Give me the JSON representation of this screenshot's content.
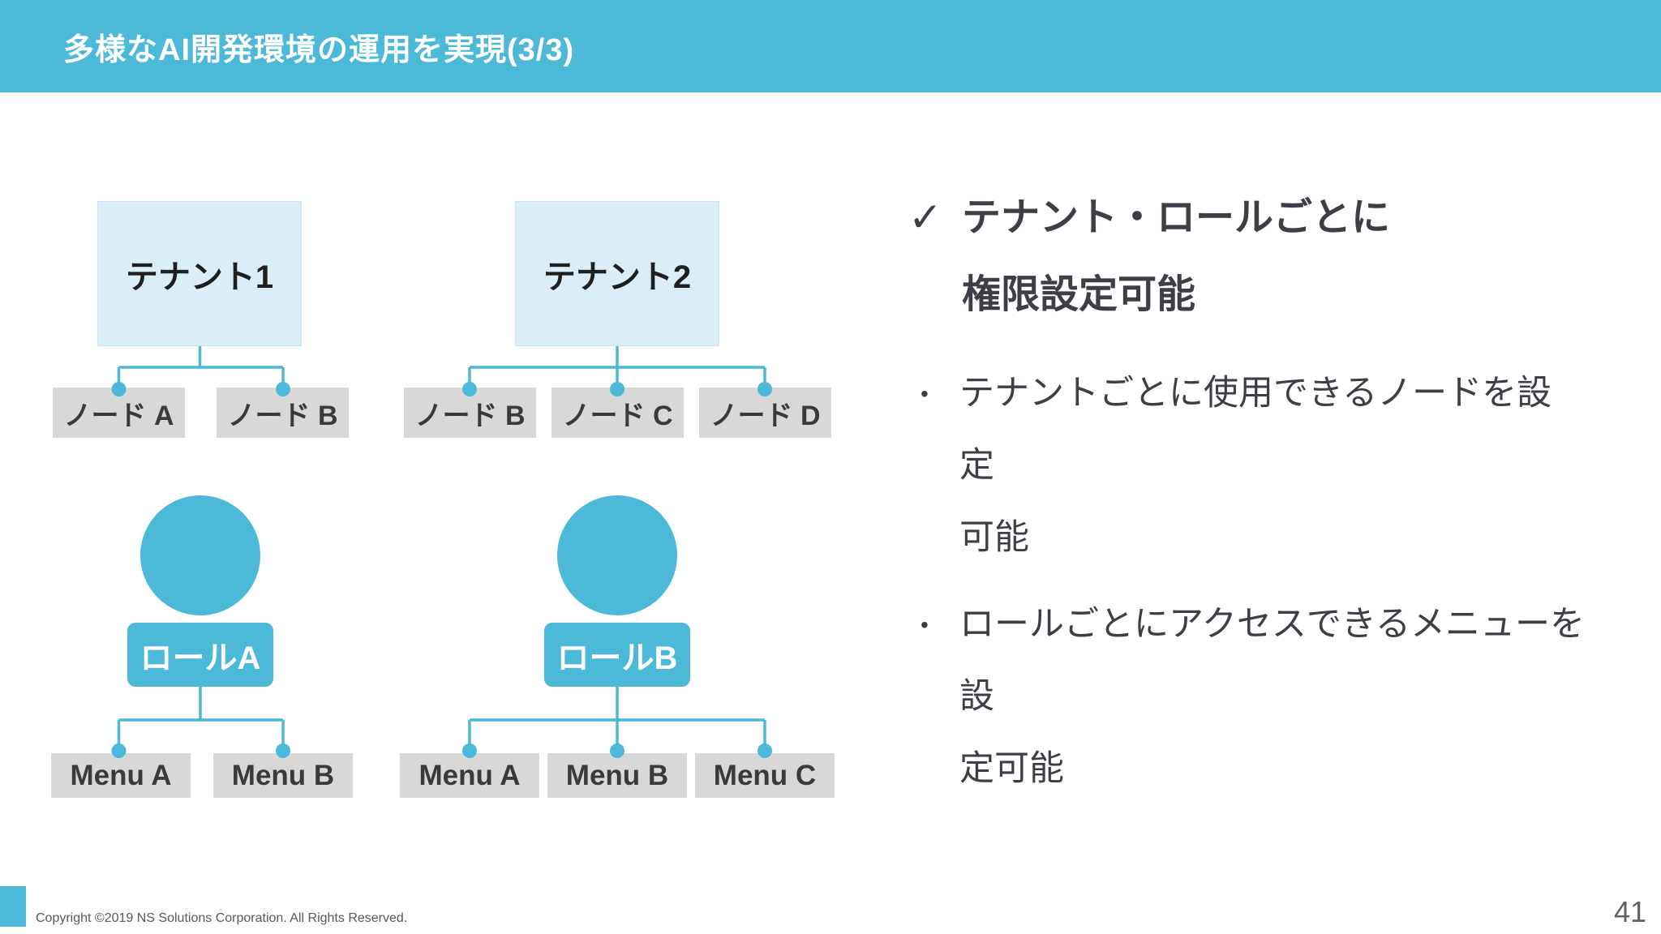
{
  "header": {
    "title": "多様なAI開発環境の運用を実現(3/3)"
  },
  "diagram": {
    "tenants": [
      {
        "label": "テナント1",
        "nodes": [
          "ノード A",
          "ノード B"
        ]
      },
      {
        "label": "テナント2",
        "nodes": [
          "ノード B",
          "ノード C",
          "ノード D"
        ]
      }
    ],
    "roles": [
      {
        "label": "ロールA",
        "menus": [
          "Menu A",
          "Menu B"
        ]
      },
      {
        "label": "ロールB",
        "menus": [
          "Menu A",
          "Menu B",
          "Menu C"
        ]
      }
    ]
  },
  "notes": {
    "check_mark": "✓",
    "heading_line1": "テナント・ロールごとに",
    "heading_line2": "権限設定可能",
    "bullet_marker": "•",
    "bullets": [
      {
        "line1": "テナントごとに使用できるノードを設定",
        "line2": "可能"
      },
      {
        "line1": "ロールごとにアクセスできるメニューを設",
        "line2": "定可能"
      }
    ]
  },
  "footer": {
    "copyright": "Copyright ©2019 NS Solutions Corporation. All Rights Reserved.",
    "page_number": "41"
  },
  "colors": {
    "accent_teal": "#4CB9D8",
    "tenant_fill": "#DBEEF8",
    "box_gray": "#D8D8D8",
    "text_dark": "#3E3E46",
    "footer_text": "#595959"
  }
}
